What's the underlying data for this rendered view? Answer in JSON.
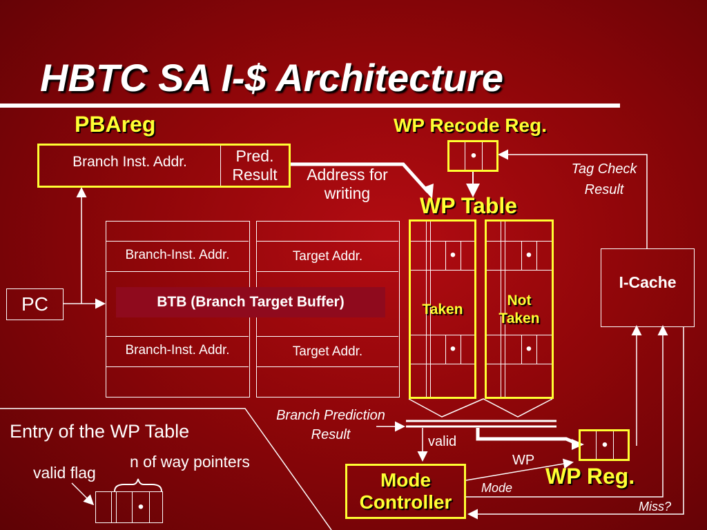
{
  "title": "HBTC SA I-$ Architecture",
  "pbareg": {
    "label": "PBAreg",
    "field_branch": "Branch Inst. Addr.",
    "field_pred_line1": "Pred.",
    "field_pred_line2": "Result"
  },
  "address_for_writing_line1": "Address for",
  "address_for_writing_line2": "writing",
  "wp_recode_reg": {
    "label": "WP Recode Reg.",
    "dot": "•"
  },
  "tag_check_result_line1": "Tag Check",
  "tag_check_result_line2": "Result",
  "wp_table": {
    "label": "WP Table",
    "taken_label": "Taken",
    "not_taken_line1": "Not",
    "not_taken_line2": "Taken",
    "dot": "•"
  },
  "btb": {
    "label": "BTB (Branch Target Buffer)",
    "rows": [
      {
        "branch": "Branch-Inst. Addr.",
        "target": "Target Addr."
      },
      {
        "branch": "Branch-Inst. Addr.",
        "target": "Target Addr."
      }
    ]
  },
  "pc_label": "PC",
  "icache_label": "I-Cache",
  "branch_prediction_result_line1": "Branch Prediction",
  "branch_prediction_result_line2": "Result",
  "valid_label": "valid",
  "wp_label": "WP",
  "mode_label": "Mode",
  "miss_label": "Miss?",
  "mode_controller_line1": "Mode",
  "mode_controller_line2": "Controller",
  "wp_reg": {
    "label": "WP Reg.",
    "dot": "•"
  },
  "entry": {
    "title": "Entry of the WP Table",
    "valid_flag": "valid flag",
    "n_way_pointers": "n of way pointers",
    "dot": "•"
  },
  "colors": {
    "accent_yellow": "#ffff33",
    "btb_label_bg": "#8f0a1d",
    "background": "#9a070b"
  }
}
